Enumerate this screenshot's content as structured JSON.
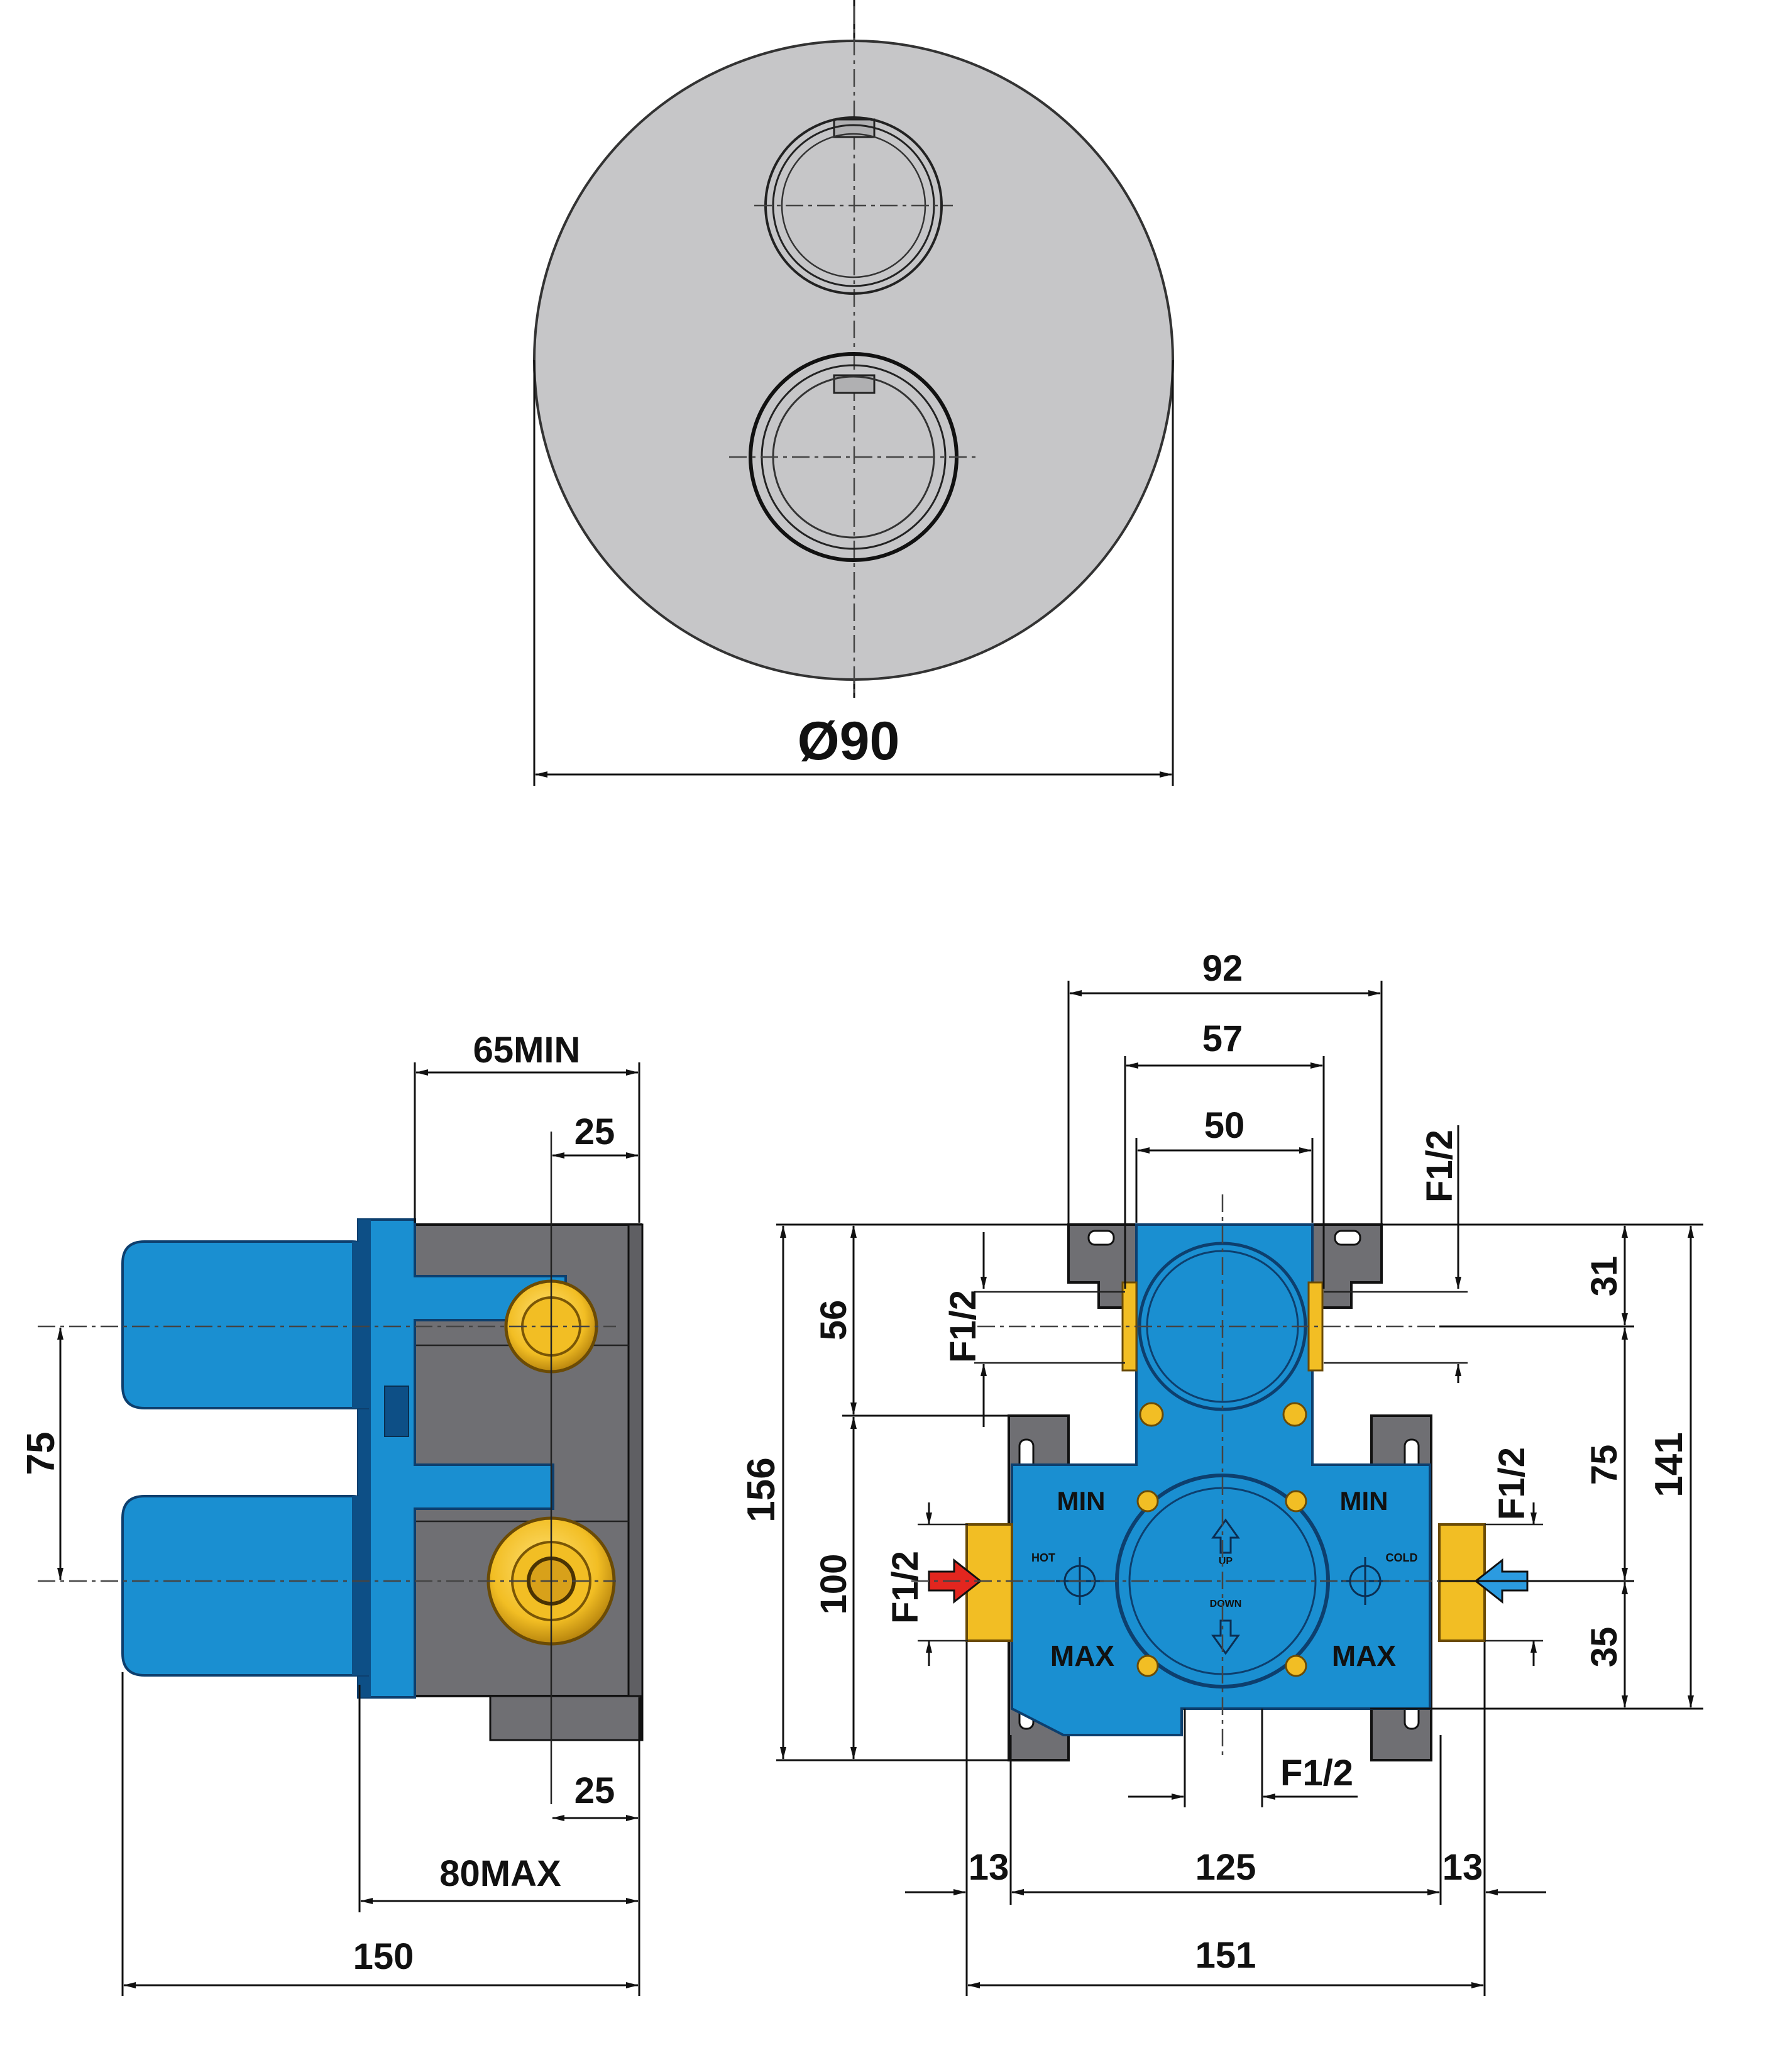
{
  "colors": {
    "background": "#ffffff",
    "line": "#111111",
    "plate": "#c6c6c8",
    "body_blue": "#1a8fd1",
    "body_blue_dark": "#0d4f86",
    "housing_grey": "#6f6f73",
    "housing_dark": "#4f4f53",
    "brass": "#f2be24",
    "brass_dark": "#b9860e",
    "hot_arrow": "#e3261f",
    "cold_arrow": "#2b9be0"
  },
  "front_view": {
    "diameter_label": "Ø90",
    "knobs": [
      "upper-knob",
      "lower-knob"
    ]
  },
  "side_view": {
    "dim_top_outer": "65MIN",
    "dim_top_inner": "25",
    "dim_bottom_inner": "25",
    "dim_bottom_outer": "80MAX",
    "dim_total": "150",
    "dim_spacing": "75"
  },
  "body_view": {
    "dim_92": "92",
    "dim_57": "57",
    "dim_50": "50",
    "top_thread": "F1/2",
    "left_top_thread": "F1/2",
    "dim_56": "56",
    "dim_156": "156",
    "dim_100": "100",
    "left_inlet_thread": "F1/2",
    "right_inlet_thread": "F1/2",
    "bottom_thread": "F1/2",
    "dim_31": "31",
    "dim_75": "75",
    "dim_35": "35",
    "dim_141": "141",
    "dim_13_left": "13",
    "dim_125": "125",
    "dim_13_right": "13",
    "dim_151": "151",
    "label_min_left": "MIN",
    "label_min_right": "MIN",
    "label_max_left": "MAX",
    "label_max_right": "MAX",
    "label_hot": "HOT",
    "label_cold": "COLD",
    "label_up": "UP",
    "label_down": "DOWN"
  }
}
